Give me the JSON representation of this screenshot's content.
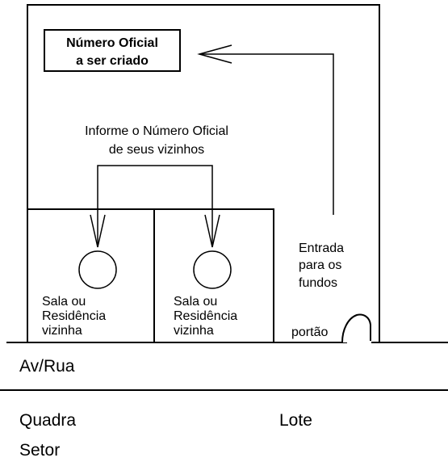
{
  "box_label": {
    "line1": "Número Oficial",
    "line2": "a ser criado"
  },
  "neighbor_note": {
    "line1": "Informe o Número Oficial",
    "line2": "de seus vizinhos"
  },
  "neighbor_left": {
    "line1": "Sala ou",
    "line2": "Residência",
    "line3": "vizinha"
  },
  "neighbor_right": {
    "line1": "Sala ou",
    "line2": "Residência",
    "line3": "vizinha"
  },
  "back_entry": {
    "line1": "Entrada",
    "line2": "para os",
    "line3": "fundos"
  },
  "gate_label": "portão",
  "street_label": "Av/Rua",
  "block_label": "Quadra",
  "lot_label": "Lote",
  "sector_label": "Setor"
}
